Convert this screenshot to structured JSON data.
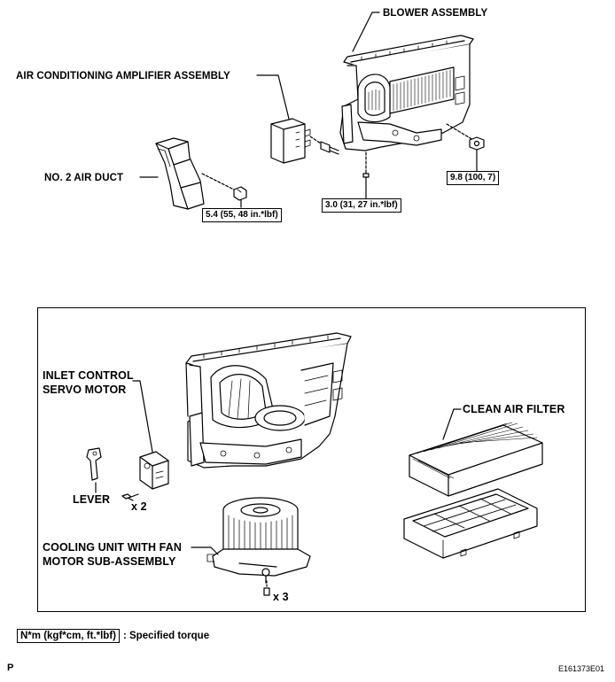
{
  "labels": {
    "blower_assembly": "BLOWER ASSEMBLY",
    "ac_amplifier": "AIR CONDITIONING AMPLIFIER ASSEMBLY",
    "no2_air_duct": "NO. 2 AIR DUCT",
    "inlet_control_1": "INLET CONTROL",
    "inlet_control_2": "SERVO MOTOR",
    "lever": "LEVER",
    "x2": "x 2",
    "clean_air_filter": "CLEAN AIR FILTER",
    "cooling_unit_1": "COOLING UNIT WITH FAN",
    "cooling_unit_2": "MOTOR SUB-ASSEMBLY",
    "x3": "x 3"
  },
  "torques": {
    "duct_bolt": "5.4 (55, 48 in.*lbf)",
    "amp_screw": "3.0 (31, 27 in.*lbf)",
    "blower_nut": "9.8 (100, 7)"
  },
  "legend": {
    "box_text": "N*m (kgf*cm, ft.*lbf)",
    "description": ": Specified torque"
  },
  "corner": {
    "page_letter": "P",
    "figure_code": "E161373E01"
  }
}
